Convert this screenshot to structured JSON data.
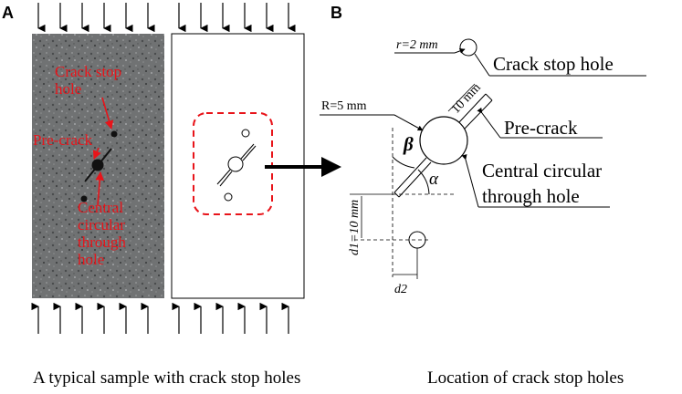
{
  "panel_a": {
    "letter": "A",
    "labels": {
      "crack_stop_hole_line1": "Crack stop",
      "crack_stop_hole_line2": "hole",
      "pre_crack": "Pre-crack",
      "central_line1": "Central",
      "central_line2": "circular",
      "central_line3": "through",
      "central_line4": "hole"
    },
    "caption": "A typical sample with crack stop holes"
  },
  "panel_b": {
    "letter": "B",
    "labels": {
      "r_small": "r=2 mm",
      "crack_stop_hole": "Crack stop hole",
      "crack_length": "10 mm",
      "pre_crack": "Pre-crack",
      "r_big": "R=5 mm",
      "beta": "β",
      "alpha": "α",
      "central_line1": "Central circular",
      "central_line2": "through hole",
      "d1": "d1=10 mm",
      "d2": "d2"
    },
    "caption": "Location of crack stop holes"
  },
  "colors": {
    "annotation_red": "#e8141a",
    "line_black": "#000000",
    "dashed_box": "#e8141a",
    "granite_base": "#6e7070"
  }
}
